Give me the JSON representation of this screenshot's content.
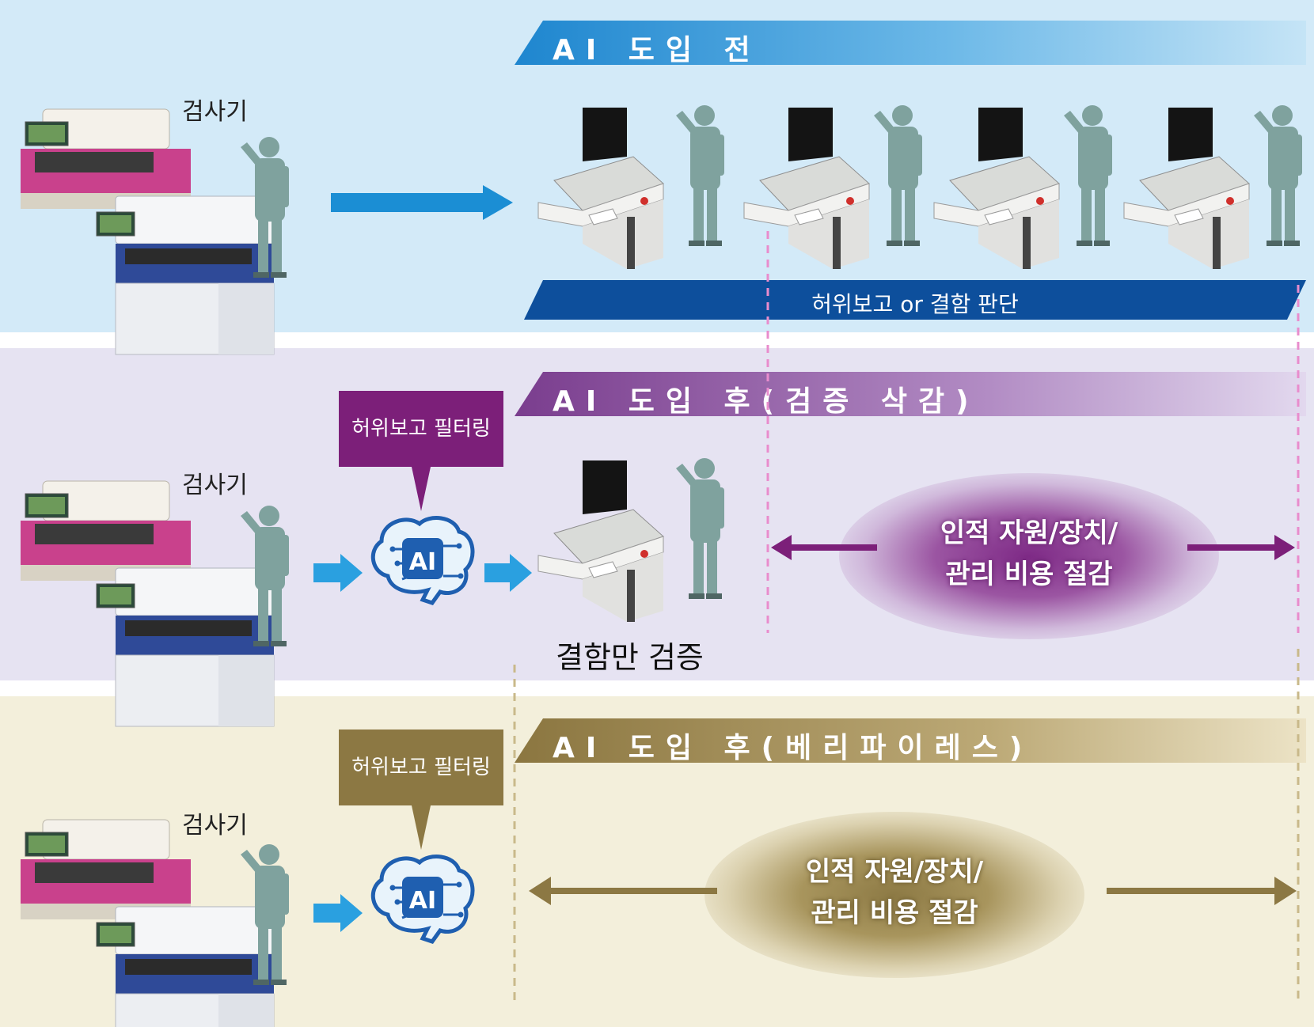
{
  "sections": {
    "before": {
      "title": "AI 도입 전",
      "machine_label": "검사기",
      "judgement_bar": "허위보고 or 결함 판단",
      "color": "#1e86cf"
    },
    "after_verification": {
      "title": "AI 도입 후(검증 삭감)",
      "machine_label": "검사기",
      "callout": "허위보고 필터링",
      "ai_badge": "AI",
      "station_caption": "결함만 검증",
      "savings_line1": "인적 자원/장치/",
      "savings_line2": "관리 비용 절감",
      "color": "#7c1f79"
    },
    "after_verifyless": {
      "title": "AI 도입 후(베리파이레스)",
      "machine_label": "검사기",
      "callout": "허위보고 필터링",
      "ai_badge": "AI",
      "savings_line1": "인적 자원/장치/",
      "savings_line2": "관리 비용 절감",
      "color": "#8c7843"
    }
  },
  "icons": [
    "inspection-machine",
    "worker-figure",
    "verification-station",
    "ai-brain-chip",
    "arrow-right",
    "double-arrow"
  ]
}
